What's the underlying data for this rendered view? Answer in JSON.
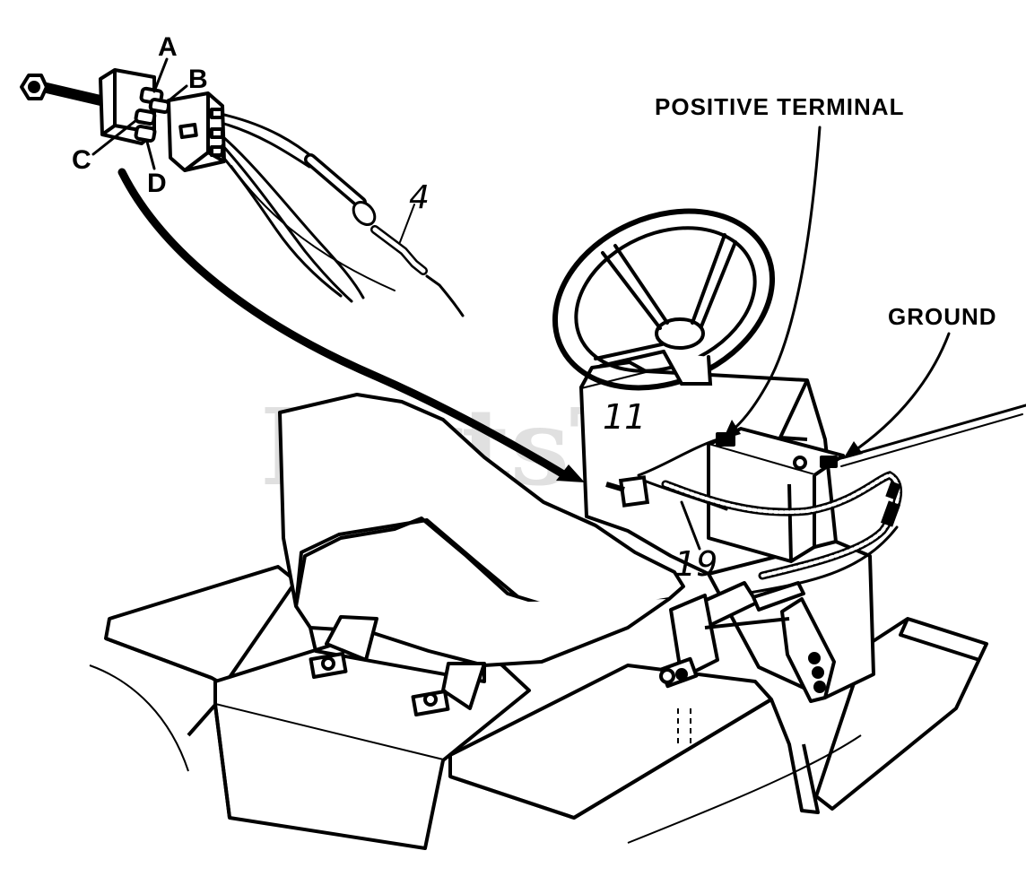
{
  "labels": {
    "a": "A",
    "b": "B",
    "c": "C",
    "d": "D",
    "part_4": "4",
    "part_11": "11",
    "part_19": "19",
    "positive_terminal": "POSITIVE TERMINAL",
    "ground": "GROUND"
  },
  "watermark": {
    "text": "PartsTree",
    "tm": "™"
  }
}
